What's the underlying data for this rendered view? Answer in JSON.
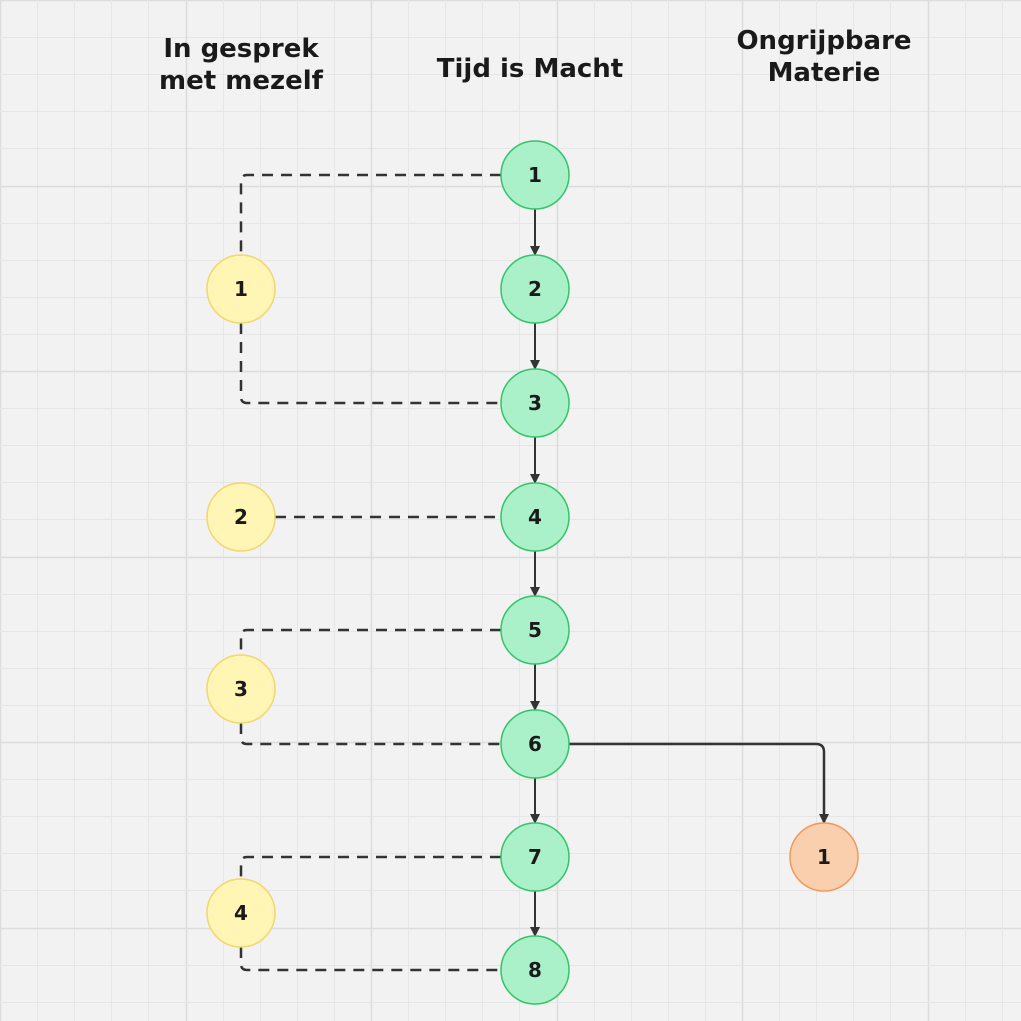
{
  "columns": [
    {
      "title": "In gesprek\nmet mezelf"
    },
    {
      "title": "Tijd is Macht"
    },
    {
      "title": "Ongrijpbare\nMaterie"
    }
  ],
  "colors": {
    "background": "#f2f2f2",
    "grid_minor": "#e6e6e6",
    "grid_major": "#dcdcdc",
    "green_fill": "#aaf0c8",
    "green_stroke": "#34c46a",
    "yellow_fill": "#fff5b4",
    "yellow_stroke": "#f2d66e",
    "orange_fill": "#f9cfae",
    "orange_stroke": "#ef9a5e",
    "line": "#333333"
  },
  "nodes": {
    "green": [
      "1",
      "2",
      "3",
      "4",
      "5",
      "6",
      "7",
      "8"
    ],
    "yellow": [
      "1",
      "2",
      "3",
      "4"
    ],
    "orange": [
      "1"
    ]
  },
  "edges": {
    "dashed": [
      [
        "yellow-1",
        "green-1"
      ],
      [
        "yellow-1",
        "green-3"
      ],
      [
        "yellow-2",
        "green-4"
      ],
      [
        "yellow-3",
        "green-5"
      ],
      [
        "yellow-3",
        "green-6"
      ],
      [
        "yellow-4",
        "green-7"
      ],
      [
        "yellow-4",
        "green-8"
      ]
    ],
    "arrows": [
      [
        "green-1",
        "green-2"
      ],
      [
        "green-2",
        "green-3"
      ],
      [
        "green-3",
        "green-4"
      ],
      [
        "green-4",
        "green-5"
      ],
      [
        "green-5",
        "green-6"
      ],
      [
        "green-6",
        "green-7"
      ],
      [
        "green-7",
        "green-8"
      ],
      [
        "green-6",
        "orange-1"
      ]
    ]
  }
}
